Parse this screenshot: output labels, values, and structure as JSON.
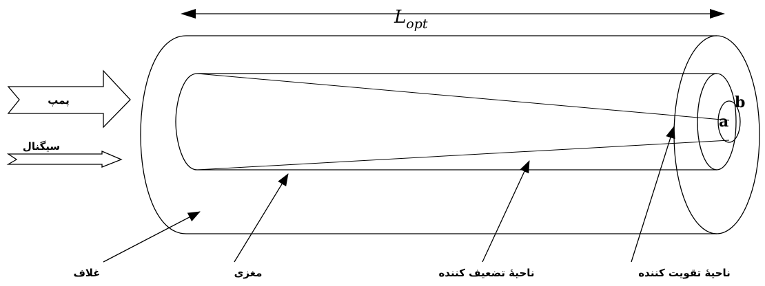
{
  "length_label": {
    "main": "L",
    "subscript": "opt"
  },
  "inputs": {
    "pump": "پمپ",
    "signal": "سیگنال"
  },
  "radius_labels": {
    "inner": "a",
    "outer": "b"
  },
  "callouts": {
    "cladding": "غلاف",
    "core": "مغزی",
    "attenuation_region": "ناحیۀ تضعیف کننده",
    "amplification_region": "ناحیۀ تقویت کننده"
  }
}
